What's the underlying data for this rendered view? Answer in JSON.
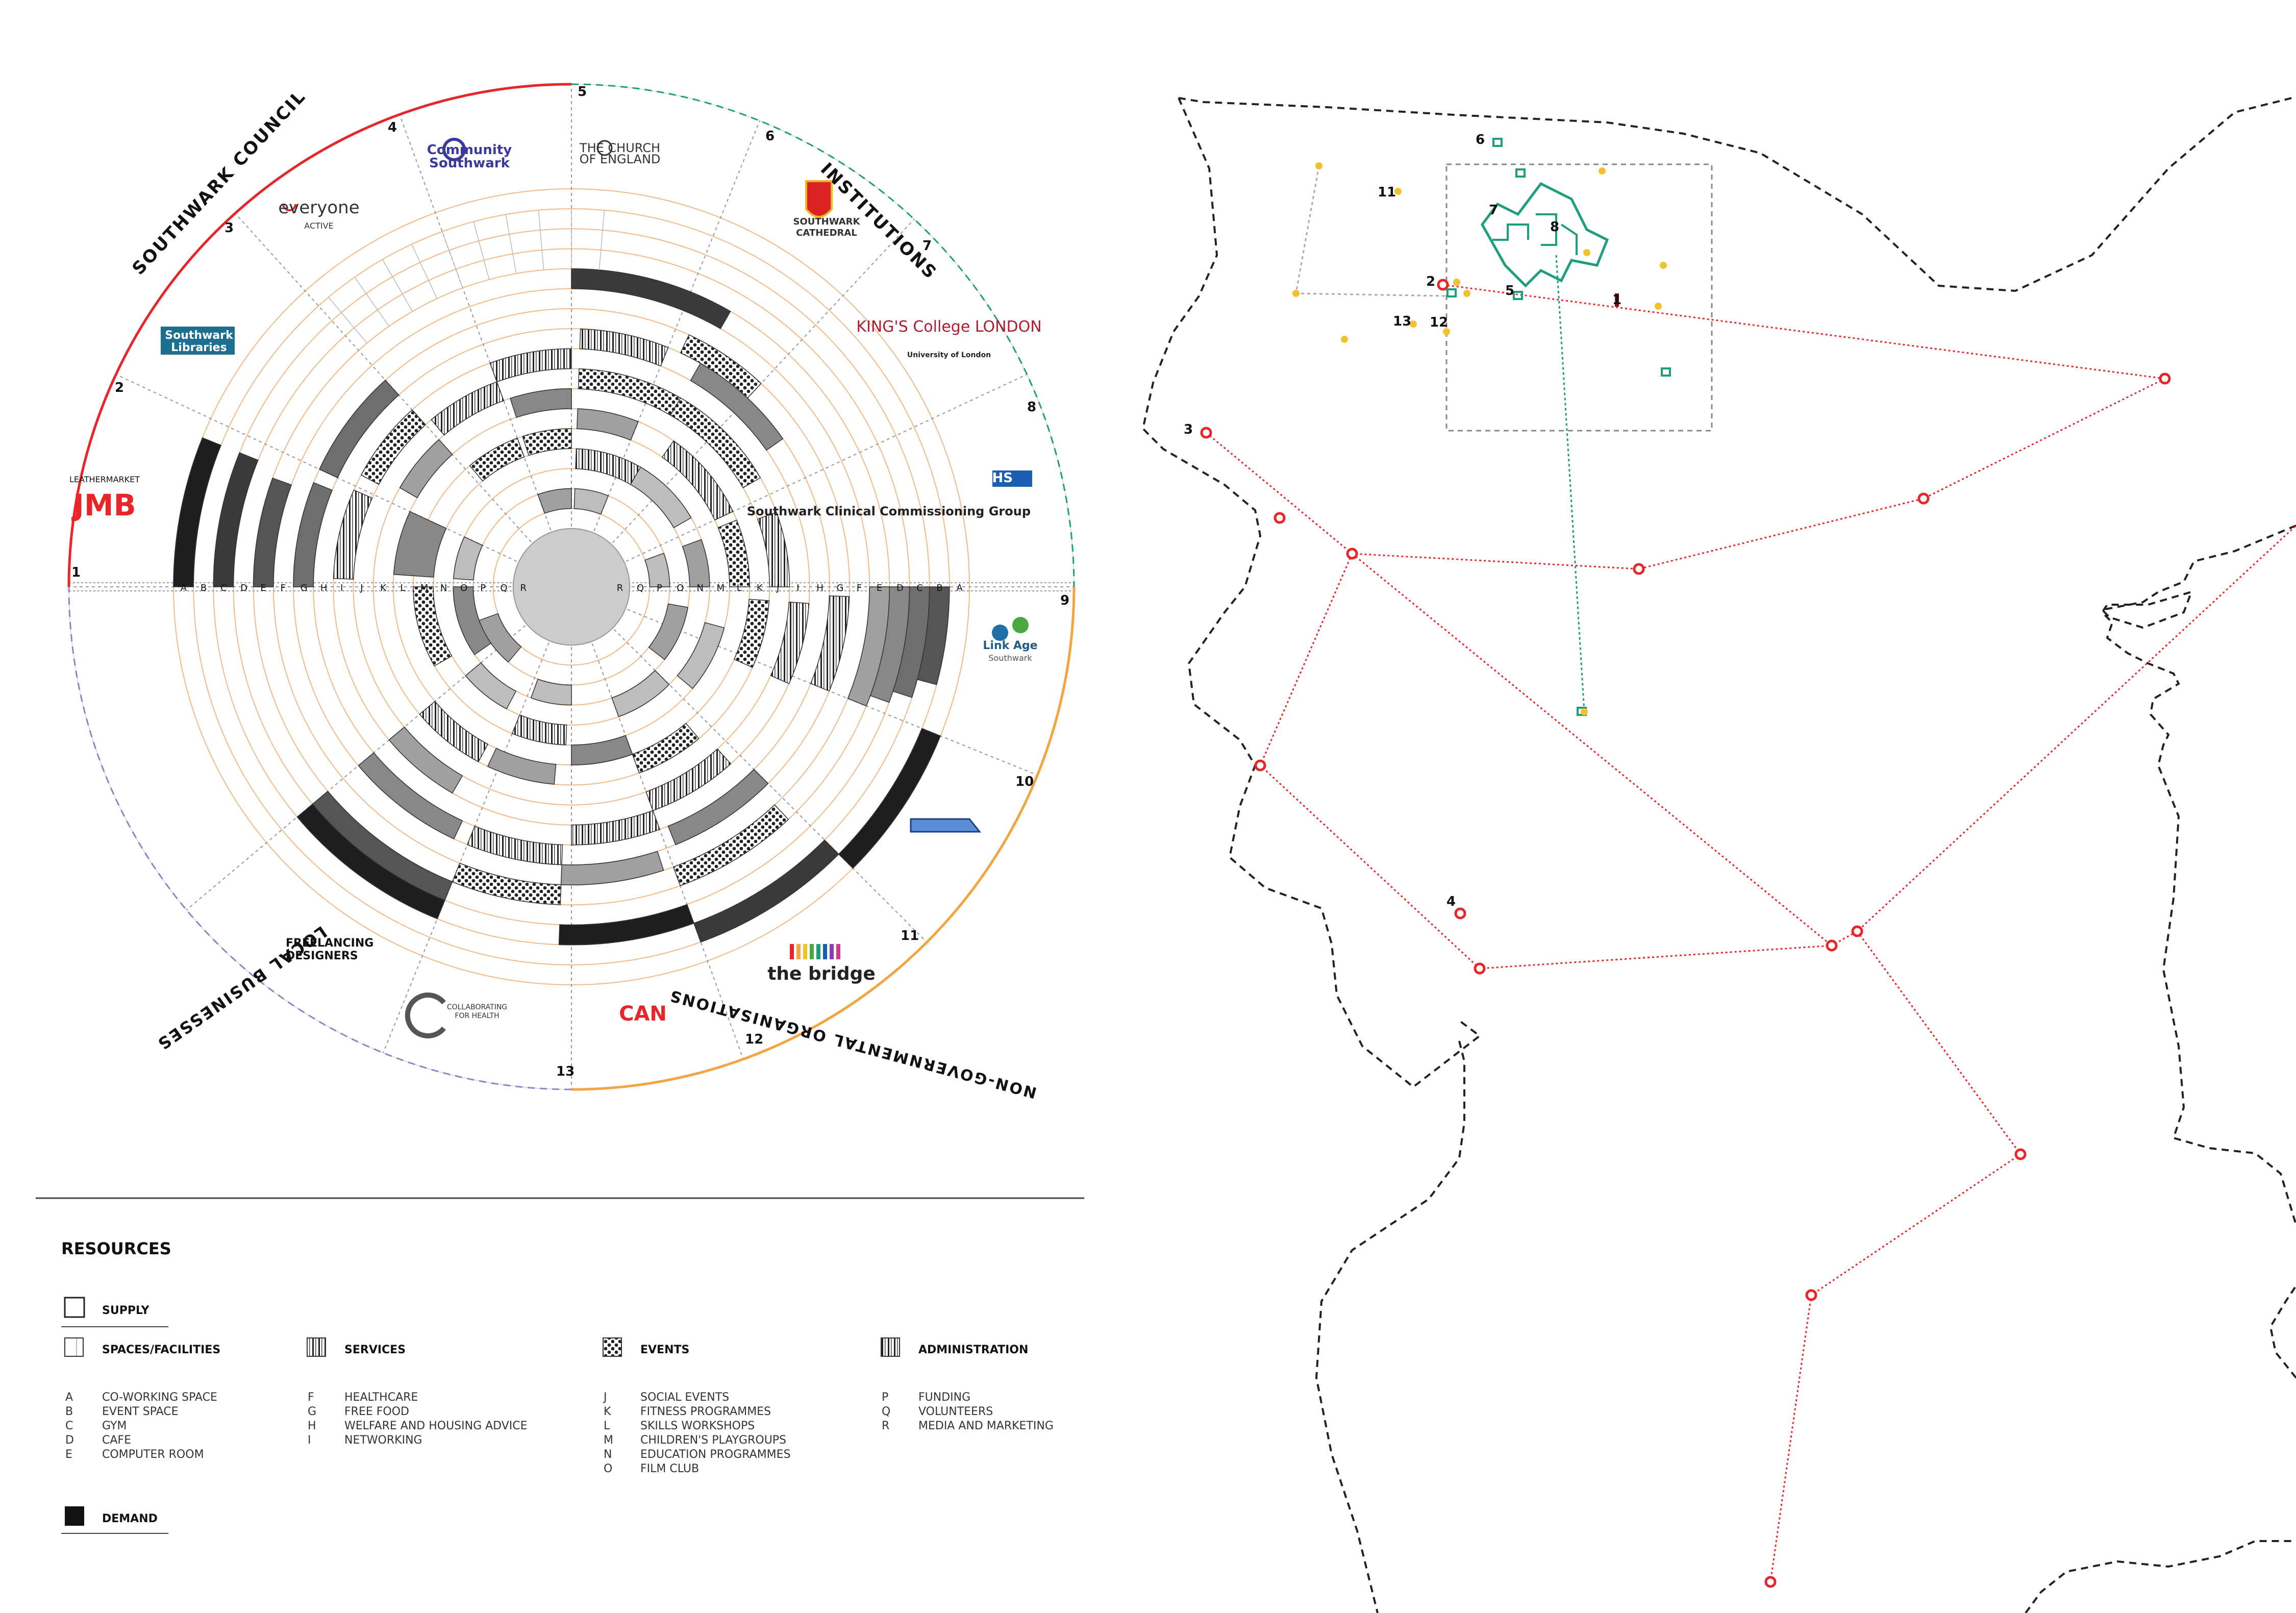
{
  "wheel": {
    "sectors": [
      {
        "num": "1",
        "org": "LEATHERMARKET",
        "org2": "JMB"
      },
      {
        "num": "2",
        "org": "Southwark",
        "org2": "Libraries"
      },
      {
        "num": "3",
        "org": "everyone",
        "org2": "ACTIVE"
      },
      {
        "num": "4",
        "org": "Community",
        "org2": "Southwark"
      },
      {
        "num": "5",
        "org": "THE CHURCH",
        "org2": "OF ENGLAND"
      },
      {
        "num": "6",
        "org": "SOUTHWARK",
        "org2": "CATHEDRAL"
      },
      {
        "num": "7",
        "org": "KING'S College LONDON",
        "org2": "University of London"
      },
      {
        "num": "8",
        "org": "NHS",
        "org2": "Southwark Clinical Commissioning Group"
      },
      {
        "num": "9",
        "org": "Link Age",
        "org2": "Southwark"
      },
      {
        "num": "10",
        "org": "",
        "org2": ""
      },
      {
        "num": "11",
        "org": "the bridge",
        "org2": ""
      },
      {
        "num": "12",
        "org": "CAN",
        "org2": ""
      },
      {
        "num": "13",
        "org": "COLLABORATING",
        "org2": "FOR HEALTH"
      }
    ],
    "groups": [
      {
        "name": "SOUTHWARK COUNCIL",
        "color": "#e8262a"
      },
      {
        "name": "INSTITUTIONS",
        "color": "#1f9e7e"
      },
      {
        "name": "NON-GOVERNMENTAL ORGANISATIONS",
        "color": "#f2a541"
      },
      {
        "name": "LOCAL BUSINESSES",
        "color": "#8888c8"
      }
    ],
    "freelancing": [
      "FREELANCING",
      "DESIGNERS"
    ],
    "letters_left": [
      "A",
      "B",
      "C",
      "D",
      "E",
      "F",
      "G",
      "H",
      "I",
      "J",
      "K",
      "L",
      "M",
      "N",
      "O",
      "P",
      "Q",
      "R"
    ],
    "letters_right": [
      "R",
      "Q",
      "P",
      "O",
      "N",
      "M",
      "L",
      "K",
      "J",
      "I",
      "H",
      "G",
      "F",
      "E",
      "D",
      "C",
      "B",
      "A"
    ]
  },
  "legend": {
    "title": "RESOURCES",
    "supply": "SUPPLY",
    "demand": "DEMAND",
    "categories": [
      {
        "head": "SPACES/FACILITIES",
        "items": [
          [
            "A",
            "CO-WORKING SPACE"
          ],
          [
            "B",
            "EVENT SPACE"
          ],
          [
            "C",
            "GYM"
          ],
          [
            "D",
            "CAFE"
          ],
          [
            "E",
            "COMPUTER ROOM"
          ]
        ]
      },
      {
        "head": "SERVICES",
        "items": [
          [
            "F",
            "HEALTHCARE"
          ],
          [
            "G",
            "FREE FOOD"
          ],
          [
            "H",
            "WELFARE AND HOUSING ADVICE"
          ],
          [
            "I",
            "NETWORKING"
          ]
        ]
      },
      {
        "head": "EVENTS",
        "items": [
          [
            "J",
            "SOCIAL EVENTS"
          ],
          [
            "K",
            "FITNESS PROGRAMMES"
          ],
          [
            "L",
            "SKILLS WORKSHOPS"
          ],
          [
            "M",
            "CHILDREN'S PLAYGROUPS"
          ],
          [
            "N",
            "EDUCATION PROGRAMMES"
          ],
          [
            "O",
            "FILM CLUB"
          ]
        ]
      },
      {
        "head": "ADMINISTRATION",
        "items": [
          [
            "P",
            "FUNDING"
          ],
          [
            "Q",
            "VOLUNTEERS"
          ],
          [
            "R",
            "MEDIA AND MARKETING"
          ]
        ]
      }
    ]
  },
  "map": {
    "labels": [
      "1",
      "2",
      "3",
      "4",
      "5",
      "6",
      "7",
      "8",
      "11",
      "12",
      "13"
    ],
    "colors": {
      "red": "#e8262a",
      "green": "#1f9e7e",
      "yellow": "#f2c12e"
    }
  }
}
